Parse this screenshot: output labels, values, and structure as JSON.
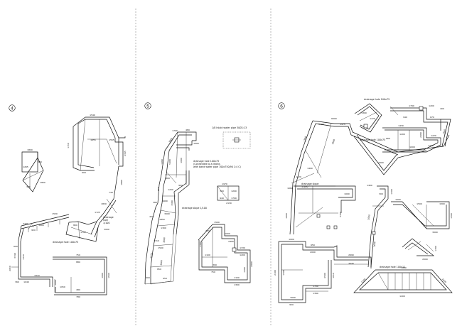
{
  "sections": [
    {
      "number": "4"
    },
    {
      "number": "5"
    },
    {
      "number": "6"
    }
  ],
  "notes": {
    "s4_drainage_left": "drainage hole 100x75",
    "s4_drainage_right": "drainage\nhole\n1/100",
    "s5_title": "1/8 Inlaid water pipe 30Ø1:13",
    "s5_drainage": "drainage hole 100x75\n(Connected to a drains\nwith band water pipe 700x750/90 1:4 C)",
    "s5_slope": "drainage slope 1/100",
    "s6_drainage_top": "drainage hole 100x75",
    "s6_drainage_mid": "drainage hole 100x75",
    "s6_slope": "drainage slope\n1/100",
    "s6_drainage_bottom": "drainage hole 100x11"
  },
  "dims": {
    "s4": [
      "1800",
      "1265",
      "300",
      "1800",
      "325",
      "1540",
      "1150",
      "1655",
      "1555",
      "600",
      "2345",
      "1890",
      "740",
      "1830",
      "1725",
      "800",
      "1790",
      "1550",
      "3000",
      "3470",
      "950",
      "600",
      "3740",
      "1310",
      "2650",
      "3310",
      "1040",
      "360",
      "1000",
      "750",
      "880",
      "1000",
      "1940",
      "480",
      "780",
      "1050",
      "3000"
    ],
    "s5": [
      "1790",
      "480",
      "1000",
      "3000",
      "1490",
      "5400",
      "1000",
      "800",
      "850",
      "900",
      "1200",
      "1590",
      "1600",
      "380",
      "3000",
      "1850",
      "400",
      "1300",
      "3000",
      "1310",
      "1500",
      "1575",
      "3000",
      "850",
      "950",
      "900",
      "1970",
      "300",
      "1200",
      "940",
      "1700",
      "2130",
      "1500",
      "700",
      "1390",
      "1000",
      "2400",
      "1330",
      "1200",
      "2000",
      "1390",
      "390",
      "750",
      "1150",
      "1300",
      "1100"
    ],
    "s6": [
      "1790",
      "1200",
      "400",
      "670",
      "940",
      "1430",
      "2490",
      "1220",
      "1200",
      "1000",
      "1100",
      "1580",
      "1300",
      "1470",
      "6000",
      "1475",
      "2400",
      "1390",
      "1900",
      "3200",
      "660",
      "1400",
      "1420",
      "1060",
      "1400",
      "300",
      "1300",
      "1000",
      "1000",
      "3700",
      "2000",
      "1630",
      "2690",
      "3640",
      "1000",
      "650",
      "2000",
      "2100",
      "1500",
      "950",
      "3000",
      "1700",
      "1390",
      "1010",
      "4500",
      "1000",
      "1500",
      "1500",
      "3000",
      "1300",
      "2000",
      "1700",
      "1000",
      "1400",
      "1500",
      "1000"
    ]
  }
}
